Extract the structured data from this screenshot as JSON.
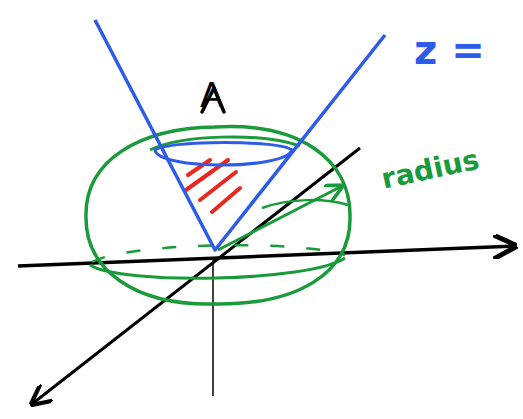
{
  "diagram": {
    "labels": [
      "A",
      "z =",
      "radius"
    ]
  }
}
